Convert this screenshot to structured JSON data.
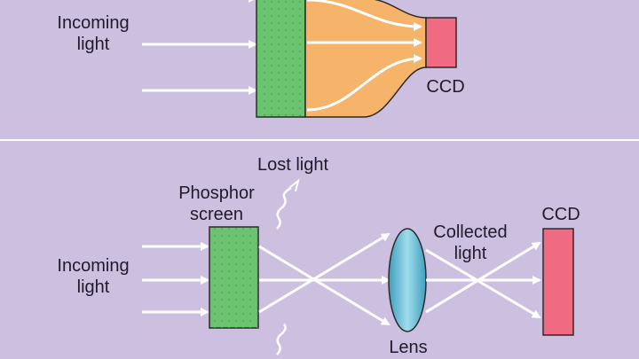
{
  "top_panel": {
    "incoming_light_label": "Incoming\nlight",
    "ccd_label": "CCD"
  },
  "bottom_panel": {
    "incoming_light_label": "Incoming\nlight",
    "lost_light_label": "Lost light",
    "phosphor_screen_label": "Phosphor\nscreen",
    "collected_light_label": "Collected\nlight",
    "ccd_label": "CCD",
    "lens_label": "Lens"
  },
  "colors": {
    "background": "#cdbfe0",
    "divider": "#ffffff",
    "phosphor": "#6cc36f",
    "fiber_taper": "#f6b36a",
    "ccd": "#f06b82",
    "lens": "#5bb6cf"
  }
}
